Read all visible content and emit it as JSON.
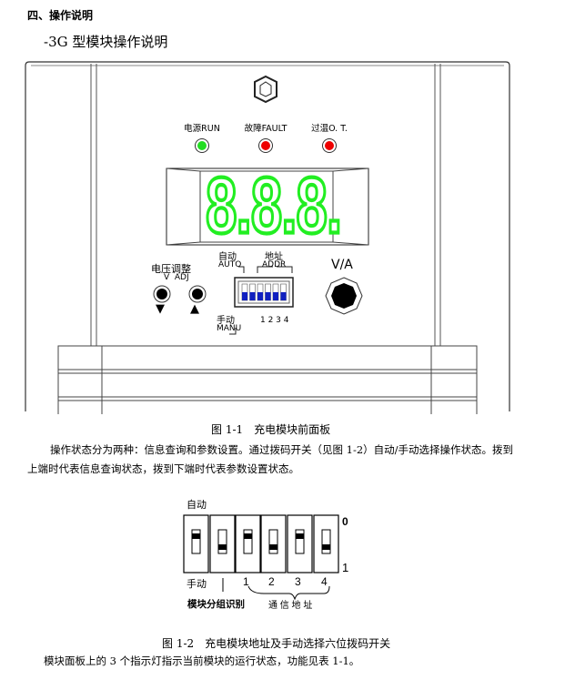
{
  "section_title": "四、操作说明",
  "subtitle": "-3G 型模块操作说明",
  "panel": {
    "leds": [
      {
        "label": "电源RUN",
        "color": "#22dd22"
      },
      {
        "label": "故障FAULT",
        "color": "#ee0000"
      },
      {
        "label": "过温O. T.",
        "color": "#ee0000"
      }
    ],
    "display": {
      "text": "8.8.8.",
      "color": "#22ee22"
    },
    "voltage_adjust": {
      "label": "电压调整",
      "sub": "V  ADJ",
      "down": "▼",
      "up": "▲"
    },
    "auto_label": "自动",
    "auto_en": "AUTO",
    "addr_label": "地址",
    "addr_en": "ADDR",
    "manual_label": "手动",
    "manual_en": "MANU",
    "dip_numbers": "1 2 3 4",
    "va_label": "V/A",
    "dip_color": "#1020c0"
  },
  "fig1_caption": "图 1-1　充电模块前面板",
  "paragraph1": "操作状态分为两种：信息查询和参数设置。通过拨码开关（见图 1-2）自动/手动选择操作状态。拨到上端时代表信息查询状态，拨到下端时代表参数设置状态。",
  "dip_figure": {
    "auto": "自动",
    "manual": "手动",
    "zero": "0",
    "one": "1",
    "numbers": [
      "1",
      "2",
      "3",
      "4"
    ],
    "states": [
      "0",
      "1",
      "0",
      "1",
      "0",
      "1"
    ],
    "group_label": "模块分组识别",
    "addr_label": "通 信 地 址"
  },
  "fig2_caption": "图 1-2　充电模块地址及手动选择六位拨码开关",
  "paragraph2": "模块面板上的 3 个指示灯指示当前模块的运行状态，功能见表 1-1。"
}
